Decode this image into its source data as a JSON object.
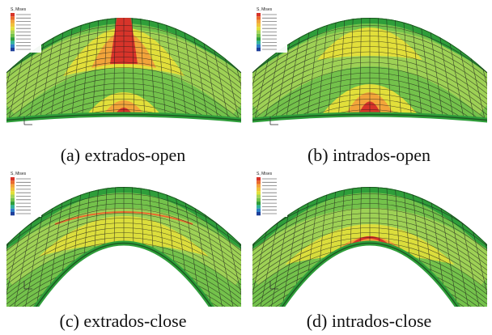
{
  "figure": {
    "panels": [
      {
        "caption": "(a)  extrados-open",
        "mode": "open",
        "hotspot": "top"
      },
      {
        "caption": "(b)  intrados-open",
        "mode": "open",
        "hotspot": "bottom"
      },
      {
        "caption": "(c)  extrados-close",
        "mode": "close",
        "hotspot": "mid"
      },
      {
        "caption": "(d)  intrados-close",
        "mode": "close",
        "hotspot": "inner"
      }
    ],
    "legend_title": "S, Mises",
    "colors": {
      "mesh": "#1a1a1a",
      "green_dark": "#2f9e3a",
      "green": "#74c24b",
      "green_light": "#a6d457",
      "yellow": "#e2df3a",
      "orange": "#f2a43a",
      "red_orange": "#ea6a2e",
      "red": "#d7342a"
    }
  }
}
